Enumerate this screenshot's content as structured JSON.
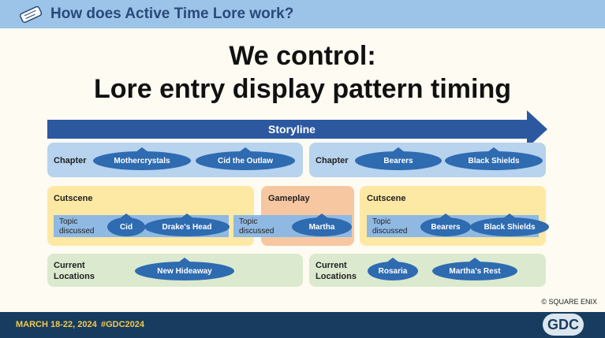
{
  "header": {
    "title": "How does Active Time Lore work?"
  },
  "title": {
    "line1": "We control:",
    "line2": "Lore entry display pattern timing"
  },
  "storyline": {
    "label": "Storyline"
  },
  "chapters": [
    {
      "label": "Chapter",
      "entries": [
        "Mothercrystals",
        "Cid the Outlaw"
      ]
    },
    {
      "label": "Chapter",
      "entries": [
        "Bearers",
        "Black Shields"
      ]
    }
  ],
  "segments": [
    {
      "label": "Cutscene",
      "topic_label": "Topic discussed",
      "entries": [
        "Cid",
        "Drake's Head"
      ]
    },
    {
      "label": "Gameplay",
      "topic_label": "Topic discussed",
      "entries": [
        "Martha"
      ]
    },
    {
      "label": "Cutscene",
      "topic_label": "Topic discussed",
      "entries": [
        "Bearers",
        "Black Shields"
      ]
    }
  ],
  "locations": [
    {
      "label": "Current Locations",
      "entries": [
        "New Hideaway"
      ]
    },
    {
      "label": "Current Locations",
      "entries": [
        "Rosaria",
        "Martha's Rest"
      ]
    }
  ],
  "copyright": "© SQUARE ENIX",
  "footer": {
    "date": "MARCH 18-22, 2024",
    "hashtag": "#GDC2024",
    "logo": "GDC"
  },
  "colors": {
    "header": "#9cc3e8",
    "arrow": "#2c58a0",
    "pill": "#2e6bb0",
    "footer": "#183c60"
  }
}
